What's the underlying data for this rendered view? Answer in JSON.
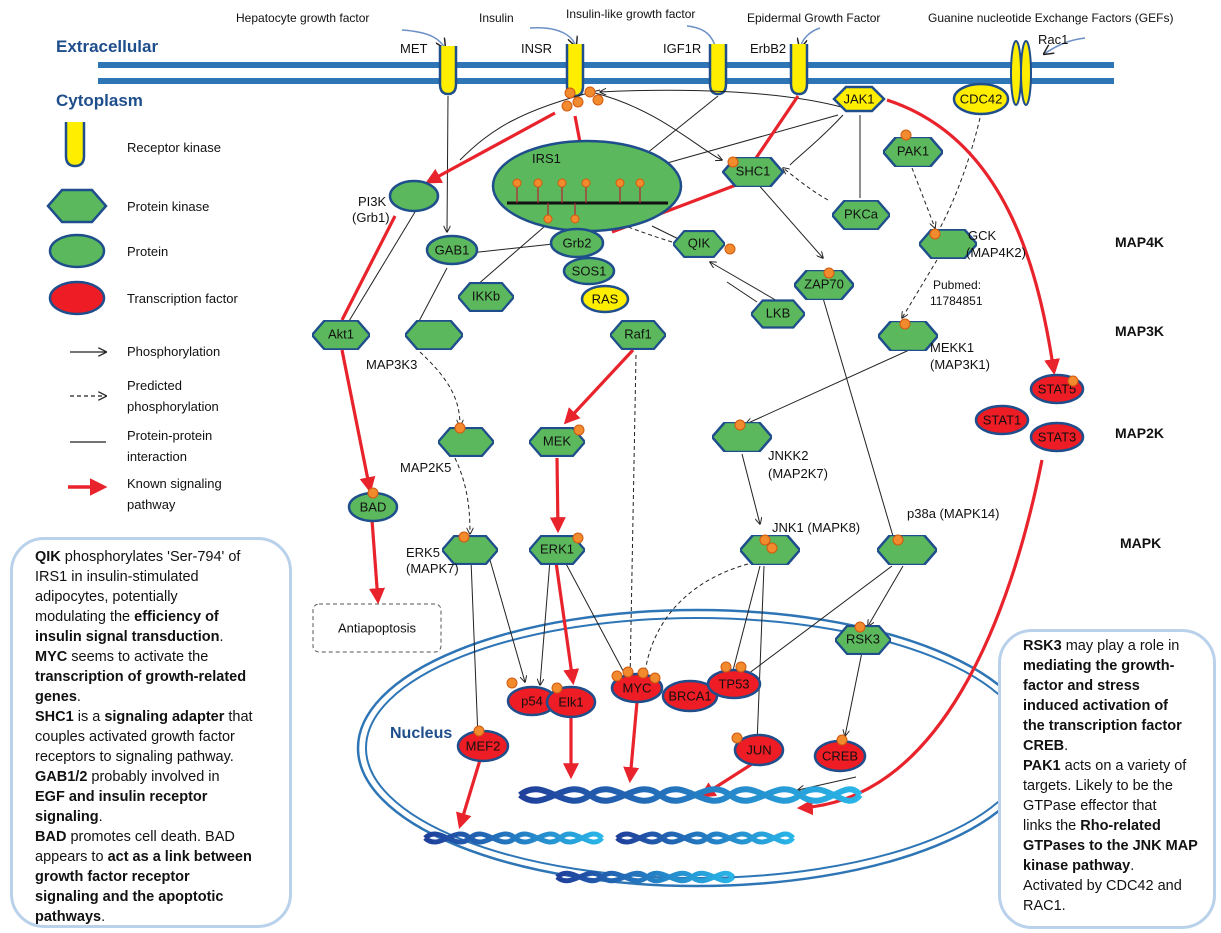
{
  "sections": {
    "extracellular": "Extracellular",
    "cytoplasm": "Cytoplasm",
    "nucleus": "Nucleus"
  },
  "ligands": {
    "hgf": "Hepatocyte growth factor",
    "insulin": "Insulin",
    "igf": "Insulin-like growth factor",
    "egf": "Epidermal Growth Factor",
    "gef": "Guanine nucleotide Exchange Factors (GEFs)"
  },
  "receptors": {
    "met": "MET",
    "insr": "INSR",
    "igf1r": "IGF1R",
    "erbb2": "ErbB2",
    "rac1": "Rac1"
  },
  "legend": {
    "receptor_kinase": "Receptor kinase",
    "protein_kinase": "Protein kinase",
    "protein": "Protein",
    "transcription_factor": "Transcription factor",
    "phosphorylation": "Phosphorylation",
    "predicted_1": "Predicted",
    "predicted_2": "phosphorylation",
    "ppi_1": "Protein-protein",
    "ppi_2": "interaction",
    "known_1": "Known signaling",
    "known_2": "pathway"
  },
  "levels": {
    "map4k": "MAP4K",
    "map3k": "MAP3K",
    "map2k": "MAP2K",
    "mapk": "MAPK"
  },
  "nodes": {
    "jak1": "JAK1",
    "cdc42": "CDC42",
    "pak1": "PAK1",
    "irs1": "IRS1",
    "shc1": "SHC1",
    "pkca": "PKCa",
    "pi3k_1": "PI3K",
    "pi3k_2": "(Grb1)",
    "gab1": "GAB1",
    "grb2": "Grb2",
    "qik": "QIK",
    "gck_1": "GCK",
    "gck_2": "(MAP4K2)",
    "sos1": "SOS1",
    "ras": "RAS",
    "ikkb": "IKKb",
    "zap70": "ZAP70",
    "lkb": "LKB",
    "pubmed_1": "Pubmed:",
    "pubmed_2": "11784851",
    "akt1": "Akt1",
    "raf1": "Raf1",
    "map3k3": "MAP3K3",
    "mekk1_1": "MEKK1",
    "mekk1_2": "(MAP3K1)",
    "stat5": "STAT5",
    "stat1": "STAT1",
    "stat3": "STAT3",
    "mek": "MEK",
    "map2k5": "MAP2K5",
    "jnkk2_1": "JNKK2",
    "jnkk2_2": "(MAP2K7)",
    "bad": "BAD",
    "erk5_1": "ERK5",
    "erk5_2": "(MAPK7)",
    "erk1": "ERK1",
    "jnk1": "JNK1 (MAPK8)",
    "p38a": "p38a (MAPK14)",
    "antiapoptosis": "Antiapoptosis",
    "rsk3": "RSK3",
    "p54": "p54",
    "elk1": "Elk1",
    "myc": "MYC",
    "brca1": "BRCA1",
    "tp53": "TP53",
    "mef2": "MEF2",
    "creb": "CREB",
    "jun": "JUN"
  },
  "left_note": [
    [
      {
        "b": "QIK"
      },
      {
        "t": " phosphorylates 'Ser-794' of"
      }
    ],
    [
      {
        "t": "IRS1 in insulin-stimulated"
      }
    ],
    [
      {
        "t": "adipocytes, potentially"
      }
    ],
    [
      {
        "t": "modulating the "
      },
      {
        "b": "efficiency of"
      }
    ],
    [
      {
        "b": "insulin signal transduction"
      },
      {
        "t": "."
      }
    ],
    [
      {
        "b": "MYC"
      },
      {
        "t": " seems to activate the"
      }
    ],
    [
      {
        "b": "transcription of growth-related"
      }
    ],
    [
      {
        "b": "genes"
      },
      {
        "t": "."
      }
    ],
    [
      {
        "b": "SHC1"
      },
      {
        "t": " is a "
      },
      {
        "b": "signaling adapter"
      },
      {
        "t": " that"
      }
    ],
    [
      {
        "t": "couples activated growth factor"
      }
    ],
    [
      {
        "t": "receptors to signaling pathway."
      }
    ],
    [
      {
        "b": "GAB1/2"
      },
      {
        "t": " probably involved in"
      }
    ],
    [
      {
        "b": "EGF and insulin receptor"
      }
    ],
    [
      {
        "b": "signaling"
      },
      {
        "t": "."
      }
    ],
    [
      {
        "b": "BAD"
      },
      {
        "t": " promotes cell death. BAD"
      }
    ],
    [
      {
        "t": "appears to "
      },
      {
        "b": "act as a link between"
      }
    ],
    [
      {
        "b": "growth factor receptor"
      }
    ],
    [
      {
        "b": "signaling and the apoptotic"
      }
    ],
    [
      {
        "b": "pathways"
      },
      {
        "t": "."
      }
    ]
  ],
  "right_note": [
    [
      {
        "b": "RSK3"
      },
      {
        "t": " may play a role in"
      }
    ],
    [
      {
        "b": "mediating the growth-"
      }
    ],
    [
      {
        "b": "factor and stress"
      }
    ],
    [
      {
        "b": "induced activation of"
      }
    ],
    [
      {
        "b": "the transcription factor"
      }
    ],
    [
      {
        "b": "CREB"
      },
      {
        "t": "."
      }
    ],
    [
      {
        "b": "PAK1"
      },
      {
        "t": " acts on a variety of"
      }
    ],
    [
      {
        "t": "targets. Likely to be the"
      }
    ],
    [
      {
        "t": "GTPase effector that"
      }
    ],
    [
      {
        "t": "links the "
      },
      {
        "b": "Rho-related"
      }
    ],
    [
      {
        "b": "GTPases to the JNK MAP"
      }
    ],
    [
      {
        "b": "kinase pathway"
      },
      {
        "t": "."
      }
    ],
    [
      {
        "t": "Activated by CDC42 and"
      }
    ],
    [
      {
        "t": "RAC1."
      }
    ]
  ],
  "colors": {
    "membrane": "#2e75b6",
    "kinase_fill": "#5cb85c",
    "outline": "#1f4e8c",
    "receptor_fill": "#ffee00",
    "tf_fill": "#ee1c24",
    "known_arrow": "#e8232b",
    "phospho": "#f28a2e",
    "note_border": "#b9d1ea"
  }
}
